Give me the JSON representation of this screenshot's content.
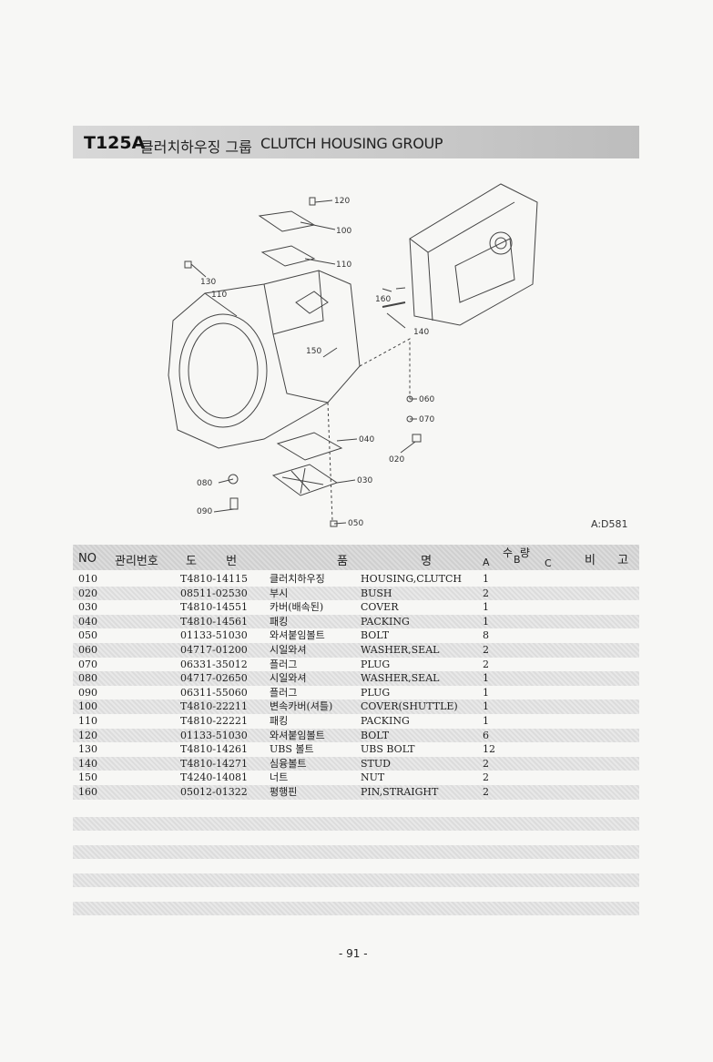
{
  "header": {
    "code": "T125A",
    "title_ko": "클러치하우징 그룹",
    "title_en": "CLUTCH HOUSING GROUP"
  },
  "diagram": {
    "callouts": [
      "120",
      "100",
      "110",
      "130",
      "110",
      "160",
      "150",
      "140",
      "060",
      "070",
      "040",
      "020",
      "080",
      "030",
      "090",
      "050"
    ],
    "ref": "A:D581"
  },
  "table": {
    "headers": {
      "no": "NO",
      "mgmt": "관리번호",
      "drawing": "도 번",
      "item": "품 명",
      "qty": "수 량",
      "a": "A",
      "b": "B",
      "c": "C",
      "remark": "비 고"
    },
    "rows": [
      {
        "no": "010",
        "part": "T4810-14115",
        "ko": "클러치하우징",
        "en": "HOUSING,CLUTCH",
        "qty": "1"
      },
      {
        "no": "020",
        "part": "08511-02530",
        "ko": "부시",
        "en": "BUSH",
        "qty": "2"
      },
      {
        "no": "030",
        "part": "T4810-14551",
        "ko": "카버(배속된)",
        "en": "COVER",
        "qty": "1"
      },
      {
        "no": "040",
        "part": "T4810-14561",
        "ko": "패킹",
        "en": "PACKING",
        "qty": "1"
      },
      {
        "no": "050",
        "part": "01133-51030",
        "ko": "와셔붙임볼트",
        "en": "BOLT",
        "qty": "8"
      },
      {
        "no": "060",
        "part": "04717-01200",
        "ko": "시일와셔",
        "en": "WASHER,SEAL",
        "qty": "2"
      },
      {
        "no": "070",
        "part": "06331-35012",
        "ko": "플러그",
        "en": "PLUG",
        "qty": "2"
      },
      {
        "no": "080",
        "part": "04717-02650",
        "ko": "시일와셔",
        "en": "WASHER,SEAL",
        "qty": "1"
      },
      {
        "no": "090",
        "part": "06311-55060",
        "ko": "플러그",
        "en": "PLUG",
        "qty": "1"
      },
      {
        "no": "100",
        "part": "T4810-22211",
        "ko": "변속카버(셔틀)",
        "en": "COVER(SHUTTLE)",
        "qty": "1"
      },
      {
        "no": "110",
        "part": "T4810-22221",
        "ko": "패킹",
        "en": "PACKING",
        "qty": "1"
      },
      {
        "no": "120",
        "part": "01133-51030",
        "ko": "와셔붙임볼트",
        "en": "BOLT",
        "qty": "6"
      },
      {
        "no": "130",
        "part": "T4810-14261",
        "ko": "UBS 볼트",
        "en": "UBS BOLT",
        "qty": "12"
      },
      {
        "no": "140",
        "part": "T4810-14271",
        "ko": "심융볼트",
        "en": "STUD",
        "qty": "2"
      },
      {
        "no": "150",
        "part": "T4240-14081",
        "ko": "너트",
        "en": "NUT",
        "qty": "2"
      },
      {
        "no": "160",
        "part": "05012-01322",
        "ko": "평행핀",
        "en": "PIN,STRAIGHT",
        "qty": "2"
      }
    ]
  },
  "footer": {
    "page": "- 91 -"
  }
}
